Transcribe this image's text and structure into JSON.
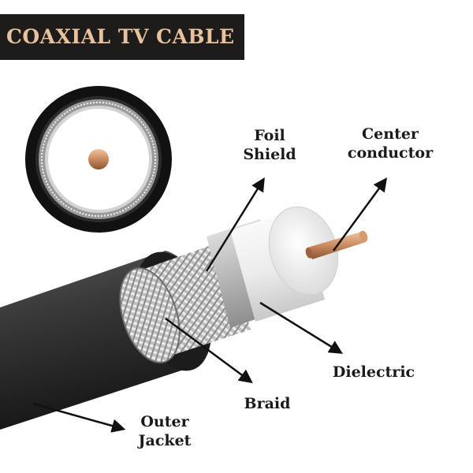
{
  "title": "COAXIAL TV CABLE",
  "labels": {
    "foil_shield": [
      "Foil",
      "Shield"
    ],
    "center_conductor": [
      "Center",
      "conductor"
    ],
    "dielectric": "Dielectric",
    "braid": "Braid",
    "outer_jacket": [
      "Outer",
      "Jacket"
    ]
  },
  "colors": {
    "title_bg": "#1e1b1b",
    "title_text": "#e7c29d",
    "jacket": "#2e2e2e",
    "dielectric": "#f4f4f4",
    "conductor": "#c98a5e",
    "arrow": "#111111"
  }
}
